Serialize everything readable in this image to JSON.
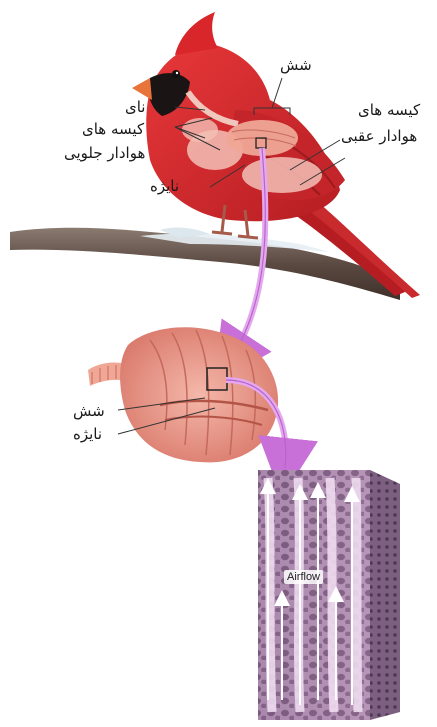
{
  "labels": {
    "lung_top": "شش",
    "trachea": "نای",
    "anterior_air_sacs_line1": "کیسه های",
    "anterior_air_sacs_line2": "هوادار جلویی",
    "posterior_air_sacs_line1": "کیسه های",
    "posterior_air_sacs_line2": "هوادار عقبی",
    "bronchus_top": "نایژه",
    "lung_middle": "شش",
    "bronchus_middle": "نایژه",
    "airflow": "Airflow"
  },
  "colors": {
    "bird_red": "#d8262b",
    "lung_pink": "#e89b8c",
    "connector_arrow": "#e5a8f0",
    "tissue_purple": "#a37ea5",
    "branch_brown": "#5b4a42"
  }
}
